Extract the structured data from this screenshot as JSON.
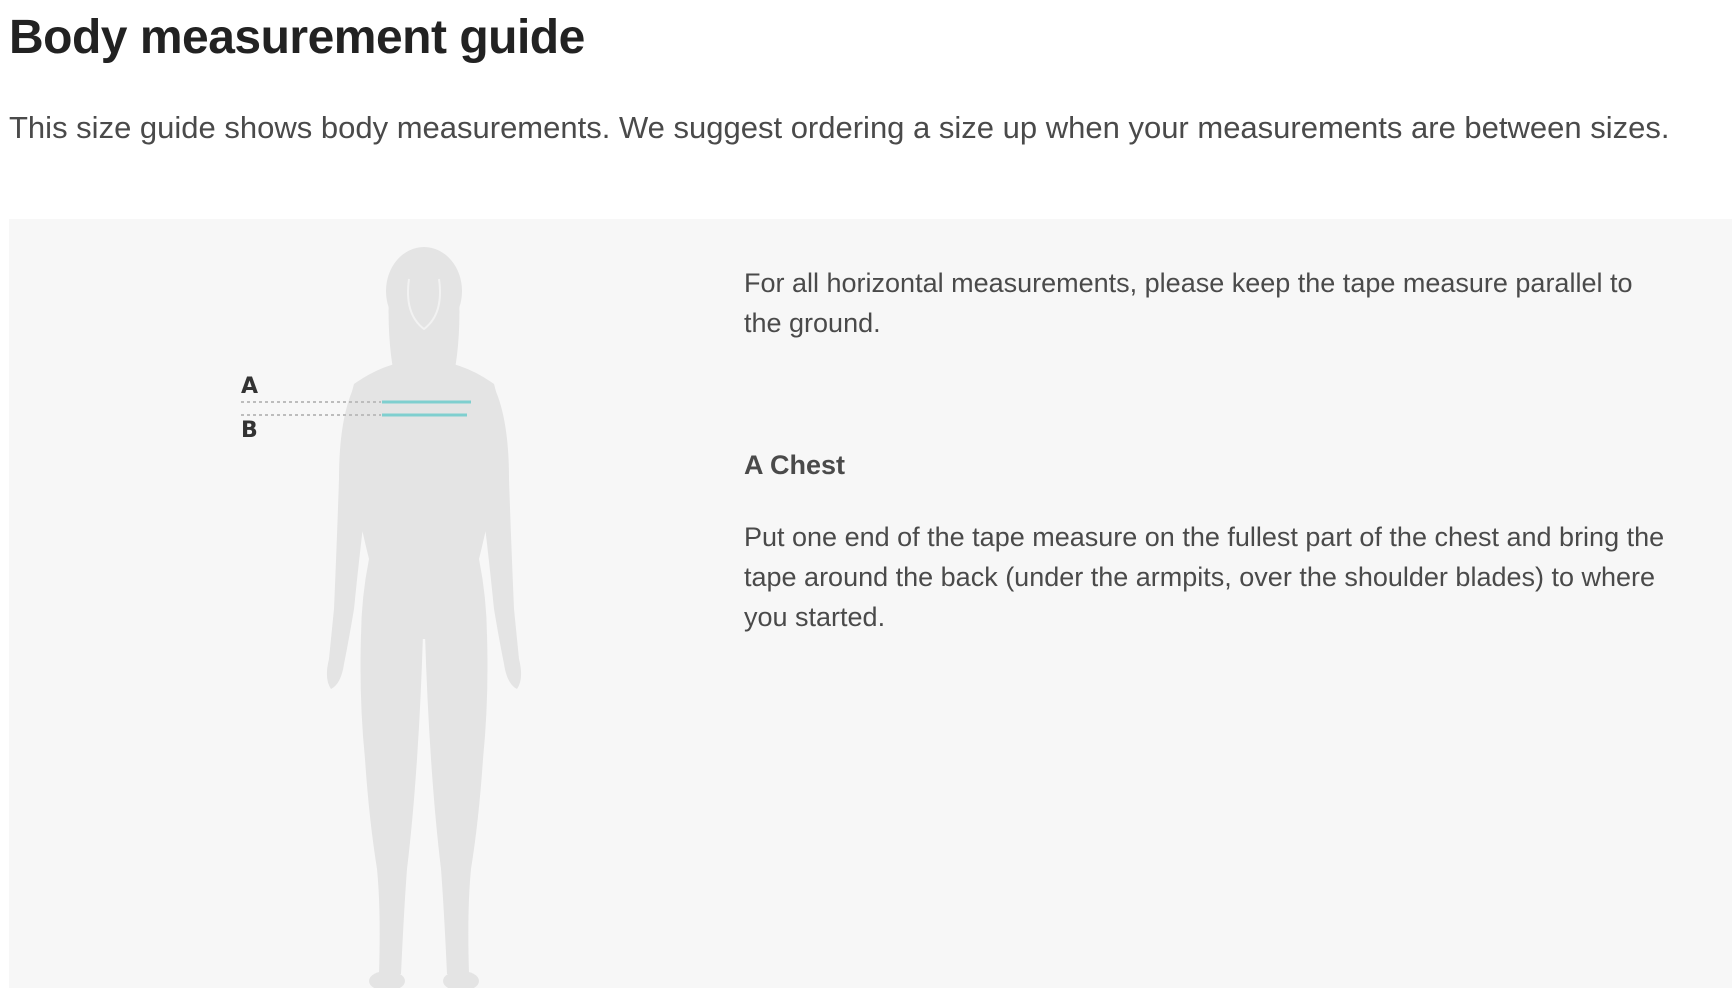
{
  "page": {
    "title": "Body measurement guide",
    "intro": "This size guide shows body measurements. We suggest ordering a size up when your measurements are between sizes."
  },
  "figure": {
    "icon": "female-body-silhouette",
    "markers": [
      {
        "label": "A"
      },
      {
        "label": "B"
      }
    ],
    "colors": {
      "silhouette": "#e4e4e4",
      "measure_line": "#7fcfcf",
      "guide_line": "#bdbdbd"
    }
  },
  "guide": {
    "note": "For all horizontal measurements, please keep the tape measure parallel to the ground.",
    "section_heading": "A Chest",
    "section_body": "Put one end of the tape measure on the fullest part of the chest and bring the tape around the back (under the armpits, over the shoulder blades) to where you started."
  },
  "colors": {
    "panel_background": "#f7f7f7",
    "title_text": "#222222",
    "body_text": "#4a4a4a"
  }
}
